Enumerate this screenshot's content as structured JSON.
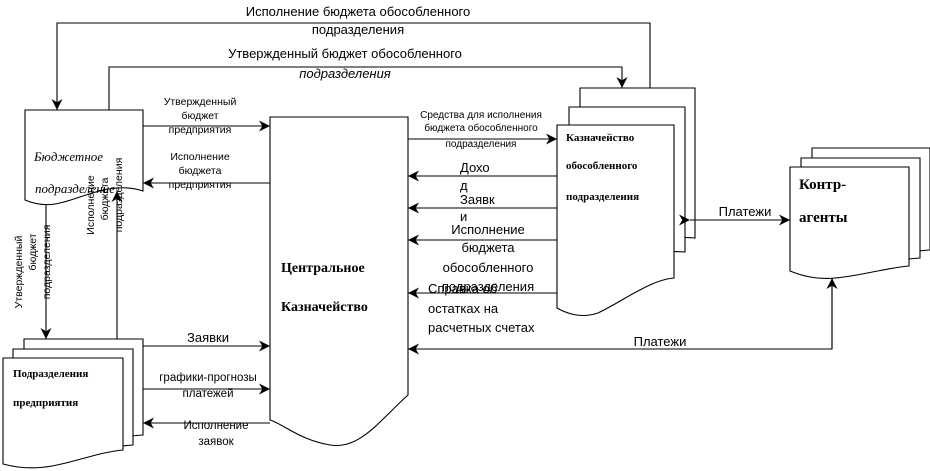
{
  "nodes": {
    "budget_unit": {
      "line1": "Бюджетное",
      "line2": "подразделение"
    },
    "central_treasury": {
      "line1": "Центральное",
      "line2": "Казначейство"
    },
    "branch_treasury": {
      "line1": "Казначейство",
      "line2": "обособленного",
      "line3": "подразделения"
    },
    "counterparties": {
      "line1": "Контр-",
      "line2": "агенты"
    },
    "enterprise_units": {
      "line1": "Подразделения",
      "line2": "предприятия"
    }
  },
  "flows": {
    "top_execution": {
      "line1": "Исполнение бюджета обособленного",
      "line2": "подразделения"
    },
    "top_approved": {
      "line1": "Утвержденный бюджет обособленного",
      "line2": "подразделения"
    },
    "approved_enterprise": {
      "line1": "Утвержденный",
      "line2": "бюджет",
      "line3": "предприятия"
    },
    "execution_enterprise": {
      "line1": "Исполнение",
      "line2": "бюджета",
      "line3": "предприятия"
    },
    "funds_execution": {
      "line1": "Средства для исполнения",
      "line2": "бюджета обособленного",
      "line3": "подразделения"
    },
    "income": {
      "line1": "Дохо",
      "line2": "д"
    },
    "requests_right": {
      "line1": "Заявк",
      "line2": "и"
    },
    "execution_branch": {
      "line1": "Исполнение",
      "line2": "бюджета",
      "line3": "обособленного",
      "line4": "подразделения"
    },
    "balances": {
      "line1": "Справка об",
      "line2": "остатках на",
      "line3": "расчетных счетах"
    },
    "payments_right": "Платежи",
    "payments_bottom": "Платежи",
    "requests_left": "Заявки",
    "forecast": {
      "line1": "графики-прогнозы",
      "line2": "платежей"
    },
    "execution_requests": {
      "line1": "Исполнение",
      "line2": "заявок"
    },
    "vertical_approved": {
      "line1": "Утвержденный",
      "line2": "бюджет",
      "line3": "подразделения"
    },
    "vertical_execution": {
      "line1": "Исполнение",
      "line2": "бюджета",
      "line3": "подразделения"
    }
  }
}
